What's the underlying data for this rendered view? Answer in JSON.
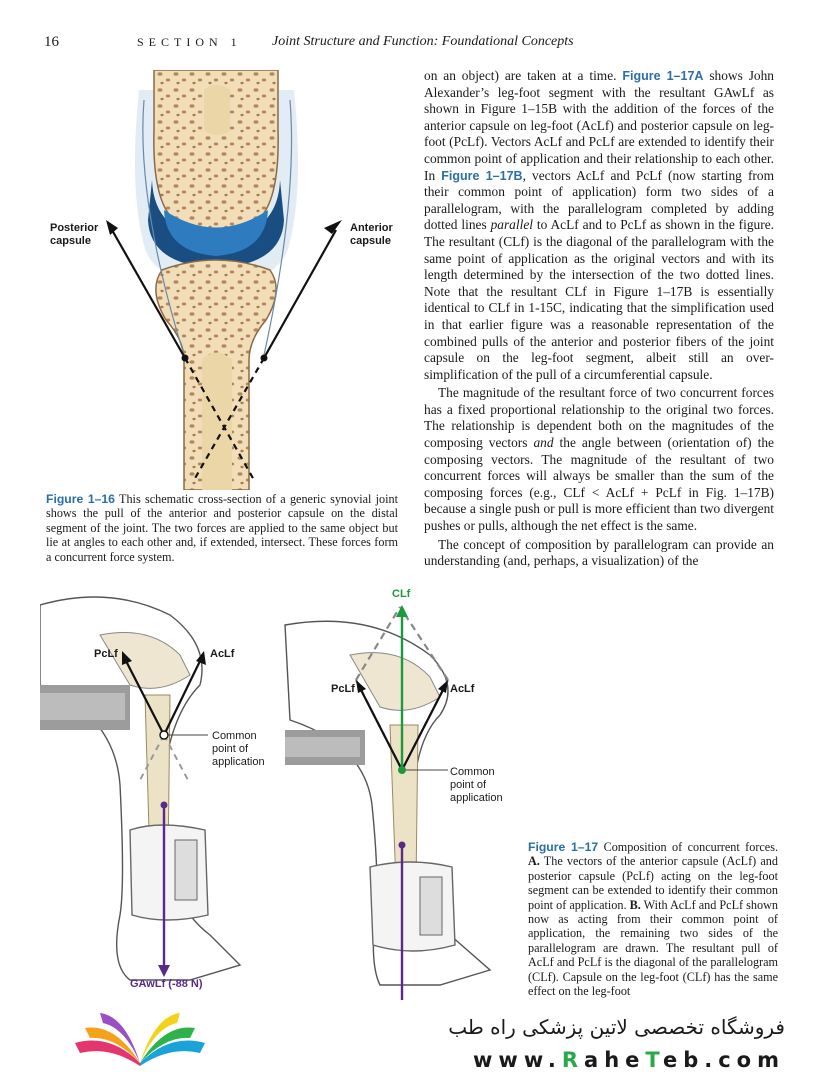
{
  "header": {
    "page_number": "16",
    "section": "SECTION 1",
    "section_title": "Joint Structure and Function: Foundational Concepts"
  },
  "body": {
    "p1_a": "on an object) are taken at a time. ",
    "p1_ref1": "Figure 1–17A",
    "p1_b": " shows John Alexander’s leg-foot segment with the resultant GAwLf as shown in Figure 1–15B with the addition of the forces of the anterior capsule on leg-foot (AcLf) and posterior capsule on leg-foot (PcLf). Vectors AcLf and PcLf are extended to identify their common point of application and their relationship to each other. In ",
    "p1_ref2": "Figure 1–17B",
    "p1_c": ", vectors AcLf and PcLf (now starting from their common point of application) form two sides of a parallelogram, with the parallelogram completed by adding dotted lines ",
    "p1_em": "parallel",
    "p1_d": " to AcLf and to PcLf as shown in the figure. The resultant (CLf) is the diagonal of the parallelogram with the same point of application as the original vectors and with its length determined by the intersection of the two dotted lines. Note that the resultant CLf in Figure 1–17B is essentially identical to CLf in 1-15C, indicating that the simplification used in that earlier figure was a reasonable representation of the combined pulls of the anterior and posterior fibers of the joint capsule on the leg-foot segment, albeit still an over-simplification of the pull of a circumferential capsule.",
    "p2_a": "The magnitude of the resultant force of two concurrent forces has a fixed proportional relationship to the original two forces. The relationship is dependent both on the magnitudes of the composing vectors ",
    "p2_em": "and",
    "p2_b": " the angle between (orientation of) the composing vectors. The magnitude of the resultant of two concurrent forces will always be smaller than the sum of the composing forces (e.g., CLf < AcLf + PcLf in Fig. 1–17B) because a single push or pull is more efficient than two divergent pushes or pulls, although the net effect is the same.",
    "p3": "The concept of composition by parallelogram can provide an understanding (and, perhaps, a visualization) of the"
  },
  "fig16": {
    "label_posterior": "Posterior",
    "label_posterior2": "capsule",
    "label_anterior": "Anterior",
    "label_anterior2": "capsule",
    "caption_label": "Figure 1–16",
    "caption": " This schematic cross-section of a generic synovial joint shows the pull of the anterior and posterior capsule on the distal segment of the joint. The two forces are applied to the same object but lie at angles to each other and, if extended, intersect. These forces form a concurrent force system."
  },
  "fig17": {
    "a_pclf": "PcLf",
    "a_aclf": "AcLf",
    "a_common1": "Common",
    "a_common2": "point of",
    "a_common3": "application",
    "a_gawlf": "GAwLf (-88 N)",
    "b_clf": "CLf",
    "b_pclf": "PcLf",
    "b_aclf": "AcLf",
    "b_common1": "Common",
    "b_common2": "point of",
    "b_common3": "application",
    "caption_label": "Figure 1–17",
    "caption_a": " Composition of concurrent forces. ",
    "caption_A": "A.",
    "caption_b": " The vectors of the anterior capsule (AcLf) and posterior capsule (PcLf) acting on the leg-foot segment can be extended to identify their common point of application. ",
    "caption_B": "B.",
    "caption_c": " With AcLf and PcLf shown now as acting from their common point of application, the remaining two sides of the parallelogram are drawn. The resultant pull of AcLf and PcLf is the diagonal of the parallelogram (CLf). Capsule on the leg-foot (CLf) has the same effect on the leg-foot"
  },
  "footer": {
    "store_name": "فروشگاه تخصصی لاتین پزشکی راه طب",
    "url_pre": "www.",
    "url_r": "R",
    "url_ahe": "ahe",
    "url_t": "T",
    "url_eb": "eb",
    "url_post": ".com"
  },
  "colors": {
    "accent_blue": "#2a6fa8",
    "green": "#1a9a3a",
    "purple": "#5a2a8a",
    "teal": "#1e9a8a"
  }
}
